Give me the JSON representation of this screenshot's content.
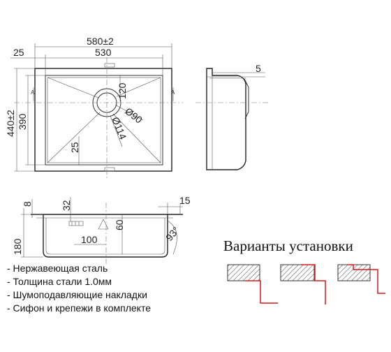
{
  "dimensions": {
    "overall_width": "580±2",
    "inner_width": "530",
    "rim": "25",
    "overall_depth": "440±2",
    "inner_depth": "390",
    "rim_offset": "25",
    "drain_offset": "120",
    "drain_d1": "Ø90",
    "drain_d2": "Ø114",
    "side_rim": "5",
    "flange": "8",
    "flange_drop": "32",
    "height": "180",
    "drain_height": "60",
    "drain_pos": "100",
    "edge": "15",
    "angle": "93°"
  },
  "markers": {
    "section_a": "A"
  },
  "install": {
    "title": "Варианты установки"
  },
  "features": [
    "- Нержавеющая сталь",
    "- Толщина стали 1.0мм",
    "- Шумоподавляющие накладки",
    "- Сифон и крепежи в комплекте"
  ],
  "colors": {
    "line": "#333333",
    "accent": "#d21c1c"
  }
}
